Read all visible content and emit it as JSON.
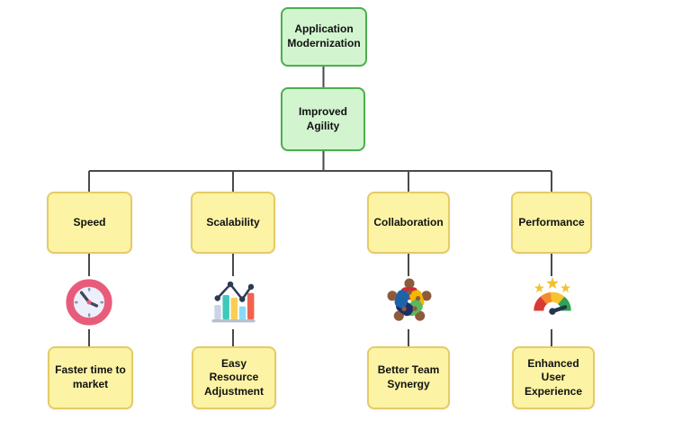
{
  "nodes": {
    "root": "Application Modernization",
    "child": "Improved Agility"
  },
  "branches": [
    {
      "label": "Speed",
      "icon": "clock-icon",
      "outcome": "Faster time to market"
    },
    {
      "label": "Scalability",
      "icon": "bar-chart-icon",
      "outcome": "Easy Resource Adjustment"
    },
    {
      "label": "Collaboration",
      "icon": "team-icon",
      "outcome": "Better Team Synergy"
    },
    {
      "label": "Performance",
      "icon": "gauge-icon",
      "outcome": "Enhanced User Experience"
    }
  ],
  "colors": {
    "green_fill": "#D2F5CF",
    "green_border": "#4CAF50",
    "yellow_fill": "#FCF4A4",
    "yellow_border": "#E5CB66",
    "connector": "#4A4A4A",
    "text": "#111111"
  }
}
